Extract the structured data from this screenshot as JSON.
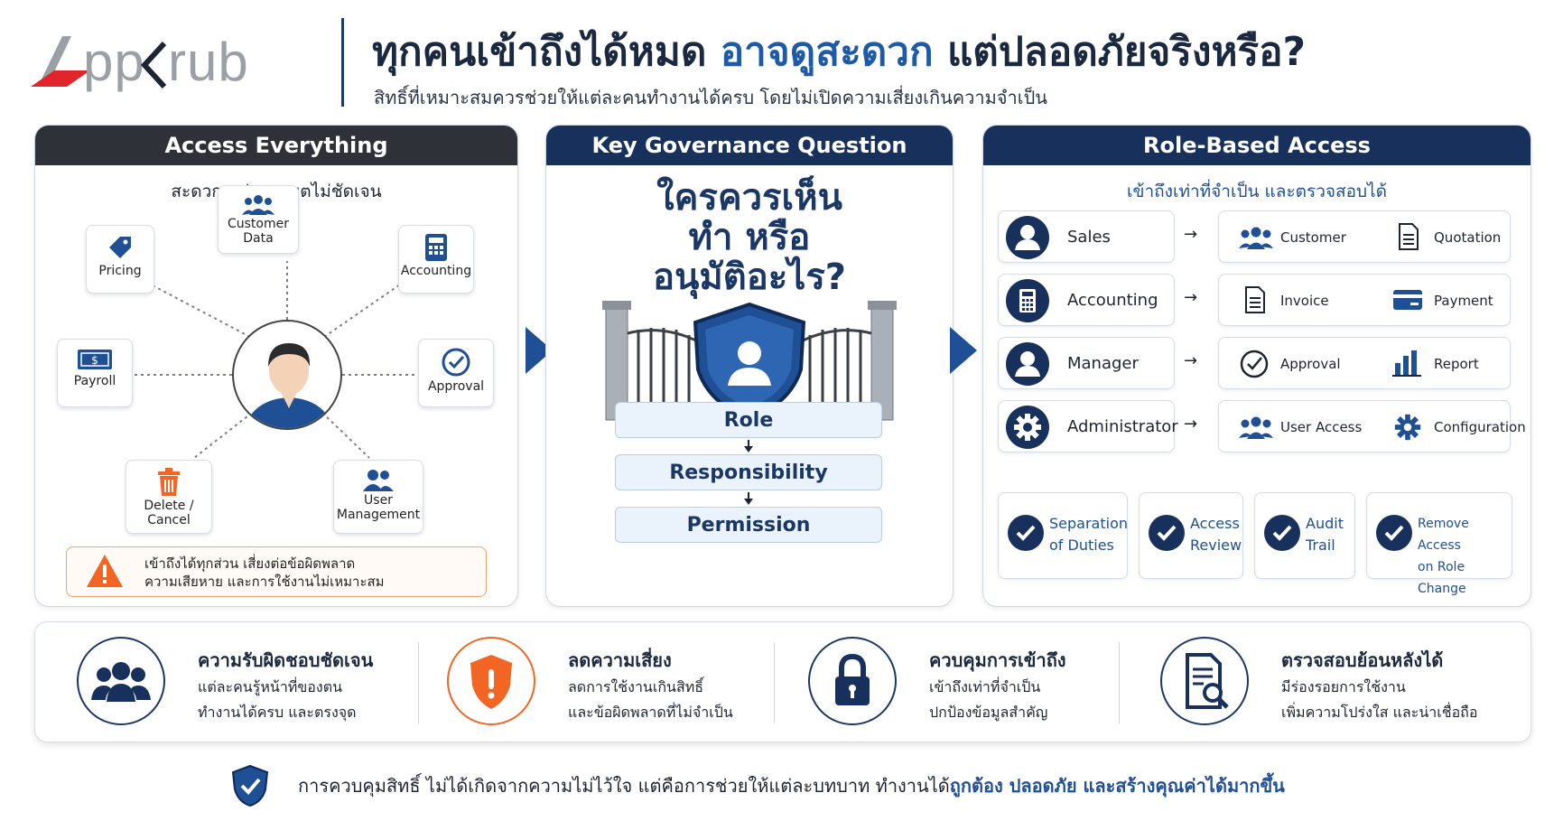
{
  "header": {
    "logo_text": "App<rub",
    "title_part1": "ทุกคนเข้าถึงได้หมด ",
    "title_accent": "อาจดูสะดวก",
    "title_part2": " แต่ปลอดภัยจริงหรือ?",
    "subtitle": "สิทธิ์ที่เหมาะสมควรช่วยให้แต่ละคนทำงานได้ครบ โดยไม่เปิดความเสี่ยงเกินความจำเป็น"
  },
  "colors": {
    "navy": "#17305c",
    "accent_blue": "#1f5aa8",
    "warning_orange": "#f26522",
    "dark_header": "#2e3238"
  },
  "panel1": {
    "header": "Access Everything",
    "subtitle": "สะดวก แต่ขอบเขตไม่ชัดเจน",
    "nodes": [
      {
        "label": "Customer\nData",
        "icon": "people-icon"
      },
      {
        "label": "Pricing",
        "icon": "price-tag-icon"
      },
      {
        "label": "Accounting",
        "icon": "calculator-icon"
      },
      {
        "label": "Payroll",
        "icon": "banknote-icon"
      },
      {
        "label": "Approval",
        "icon": "check-circle-icon"
      },
      {
        "label": "Delete /\nCancel",
        "icon": "trash-icon"
      },
      {
        "label": "User\nManagement",
        "icon": "users-icon"
      }
    ],
    "warning_line1": "เข้าถึงได้ทุกส่วน เสี่ยงต่อข้อผิดพลาด",
    "warning_line2": "ความเสียหาย และการใช้งานไม่เหมาะสม"
  },
  "panel2": {
    "header": "Key Governance Question",
    "question_line1": "ใครควรเห็น",
    "question_line2": "ทำ หรือ",
    "question_line3": "อนุมัติอะไร?",
    "flow": [
      "Role",
      "Responsibility",
      "Permission"
    ]
  },
  "panel3": {
    "header": "Role-Based Access",
    "subtitle": "เข้าถึงเท่าที่จำเป็น และตรวจสอบได้",
    "rows": [
      {
        "role": "Sales",
        "role_icon": "user-icon",
        "perms": [
          {
            "label": "Customer",
            "icon": "people-icon"
          },
          {
            "label": "Quotation",
            "icon": "document-icon"
          }
        ]
      },
      {
        "role": "Accounting",
        "role_icon": "calculator-icon",
        "perms": [
          {
            "label": "Invoice",
            "icon": "document-icon"
          },
          {
            "label": "Payment",
            "icon": "card-icon"
          }
        ]
      },
      {
        "role": "Manager",
        "role_icon": "user-icon",
        "perms": [
          {
            "label": "Approval",
            "icon": "check-circle-icon"
          },
          {
            "label": "Report",
            "icon": "bar-chart-icon"
          }
        ]
      },
      {
        "role": "Administrator",
        "role_icon": "gear-icon",
        "perms": [
          {
            "label": "User Access",
            "icon": "people-icon"
          },
          {
            "label": "Configuration",
            "icon": "gear-icon"
          }
        ]
      }
    ],
    "arrow": "→",
    "controls": [
      {
        "line1": "Separation",
        "line2": "of Duties"
      },
      {
        "line1": "Access",
        "line2": "Review"
      },
      {
        "line1": "Audit",
        "line2": "Trail"
      },
      {
        "line1": "Remove Access",
        "line2": "on Role Change"
      }
    ]
  },
  "benefits": [
    {
      "title": "ความรับผิดชอบชัดเจน",
      "line1": "แต่ละคนรู้หน้าที่ของตน",
      "line2": "ทำงานได้ครบ และตรงจุด",
      "icon": "team-icon"
    },
    {
      "title": "ลดความเสี่ยง",
      "line1": "ลดการใช้งานเกินสิทธิ์",
      "line2": "และข้อผิดพลาดที่ไม่จำเป็น",
      "icon": "shield-alert-icon"
    },
    {
      "title": "ควบคุมการเข้าถึง",
      "line1": "เข้าถึงเท่าที่จำเป็น",
      "line2": "ปกป้องข้อมูลสำคัญ",
      "icon": "lock-icon"
    },
    {
      "title": "ตรวจสอบย้อนหลังได้",
      "line1": "มีร่องรอยการใช้งาน",
      "line2": "เพิ่มความโปร่งใส และน่าเชื่อถือ",
      "icon": "document-search-icon"
    }
  ],
  "footer": {
    "text_plain": "การควบคุมสิทธิ์ ไม่ได้เกิดจากความไม่ไว้ใจ แต่คือการช่วยให้แต่ละบทบาท ทำงานได้",
    "text_bold": "ถูกต้อง ปลอดภัย และสร้างคุณค่าได้มากขึ้น"
  }
}
